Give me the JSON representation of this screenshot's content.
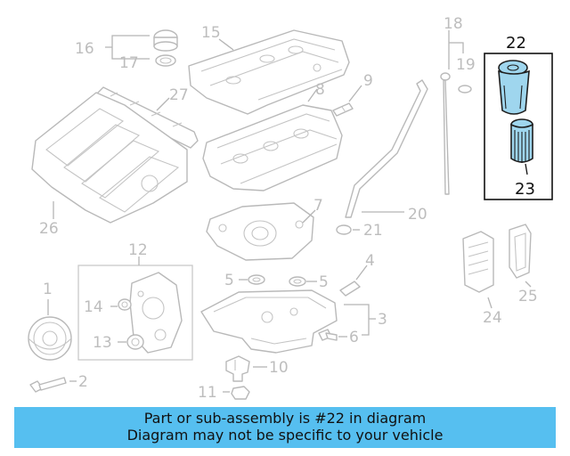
{
  "callouts": {
    "n1": "1",
    "n2": "2",
    "n3": "3",
    "n4": "4",
    "n5a": "5",
    "n5b": "5",
    "n6": "6",
    "n7": "7",
    "n8": "8",
    "n9": "9",
    "n10": "10",
    "n11": "11",
    "n12": "12",
    "n13": "13",
    "n14": "14",
    "n15": "15",
    "n16": "16",
    "n17": "17",
    "n18": "18",
    "n19": "19",
    "n20": "20",
    "n21": "21",
    "n22": "22",
    "n23": "23",
    "n24": "24",
    "n25": "25",
    "n26": "26",
    "n27": "27"
  },
  "banner": {
    "line1": "Part or sub-assembly is #22 in diagram",
    "line2": "Diagram may not be specific to your vehicle"
  },
  "highlight": {
    "part_number": "22",
    "color": "#9fd6ee",
    "banner_color": "#56bff0"
  }
}
